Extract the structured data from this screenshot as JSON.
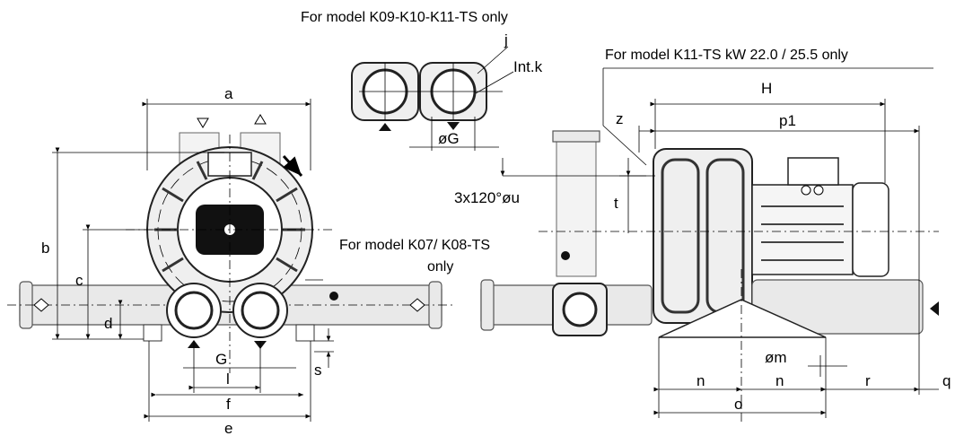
{
  "notes": {
    "k09_k11": "For model K09-K10-K11-TS only",
    "k11_kw": "For model K11-TS kW 22.0 / 25.5 only",
    "k07_k08_line1": "For model K07/ K08-TS",
    "k07_k08_line2": "only"
  },
  "dimensions": {
    "a": "a",
    "b": "b",
    "c": "c",
    "d": "d",
    "e": "e",
    "f": "f",
    "G": "G",
    "l": "l",
    "s": "s",
    "j": "j",
    "int_k": "Int.k",
    "oG": "øG",
    "u": "3x120°øu",
    "t": "t",
    "z": "z",
    "H": "H",
    "p1": "p1",
    "om": "øm",
    "n_left": "n",
    "n_right": "n",
    "o": "o",
    "r": "r",
    "q": "q"
  }
}
